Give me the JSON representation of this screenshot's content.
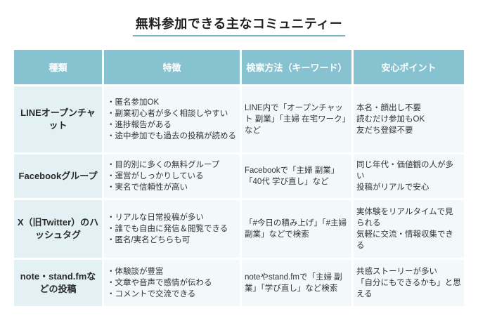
{
  "title": "無料参加できる主なコミュニティー",
  "headers": [
    "種類",
    "特徴",
    "検索方法（キーワード）",
    "安心ポイント"
  ],
  "rows": [
    {
      "kind": "LINEオープンチャット",
      "features": [
        "・匿名参加OK",
        "・副業初心者が多く相談しやすい",
        "・進捗報告がある",
        "・途中参加でも過去の投稿が読める"
      ],
      "search": "LINE内で「オープンチャット 副業」「主婦 在宅ワーク」など",
      "points": [
        "本名・顔出し不要",
        "読むだけ参加もOK",
        "友だち登録不要"
      ]
    },
    {
      "kind": "Facebookグループ",
      "features": [
        "・目的別に多くの無料グループ",
        "・運営がしっかりしている",
        "・実名で信頼性が高い"
      ],
      "search": "Facebookで「主婦 副業」「40代 学び直し」など",
      "points": [
        "同じ年代・価値観の人が多い",
        "投稿がリアルで安心"
      ]
    },
    {
      "kind": "X（旧Twitter）のハッシュタグ",
      "features": [
        "・リアルな日常投稿が多い",
        "・誰でも自由に発信＆閲覧できる",
        "・匿名/実名どちらも可"
      ],
      "search": "「#今日の積み上げ」「#主婦副業」などで検索",
      "points": [
        "実体験をリアルタイムで見られる",
        "気軽に交流・情報収集できる"
      ]
    },
    {
      "kind": "note・stand.fmなどの投稿",
      "features": [
        "・体験談が豊富",
        "・文章や音声で感情が伝わる",
        "・コメントで交流できる"
      ],
      "search": "noteやstand.fmで「主婦 副業」「学び直し」など検索",
      "points": [
        "共感ストーリーが多い",
        "「自分にもできるかも」と思える"
      ]
    }
  ]
}
